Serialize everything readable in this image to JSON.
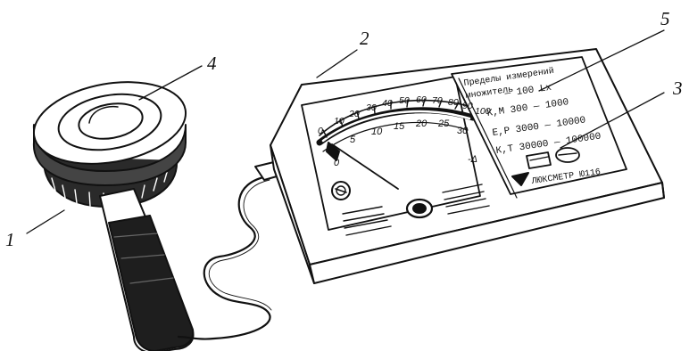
{
  "callouts": {
    "sensor": "1",
    "meter_body": "2",
    "switch_buttons": "3",
    "photo_element": "4",
    "limits_panel": "5"
  },
  "scale": {
    "top_ticks": [
      "0",
      "10",
      "20",
      "30",
      "40",
      "50",
      "60",
      "70",
      "80",
      "90",
      "100"
    ],
    "bottom_ticks": [
      "0",
      "5",
      "10",
      "15",
      "20",
      "25",
      "30"
    ],
    "zero_mark": "0",
    "corner_mark": "-Δ"
  },
  "panel": {
    "header_line1": "Пределы измерений",
    "header_line2": "множитель",
    "range_1": "— 100 Lx",
    "range_2": "К,М 300 — 1000",
    "range_3": "Е,Р 3000 — 10000",
    "range_4": "К,Т 30000 — 100000",
    "nameplate": "ЛЮКСМЕТР Ю116"
  },
  "colors": {
    "ink": "#111111",
    "paper": "#ffffff"
  }
}
